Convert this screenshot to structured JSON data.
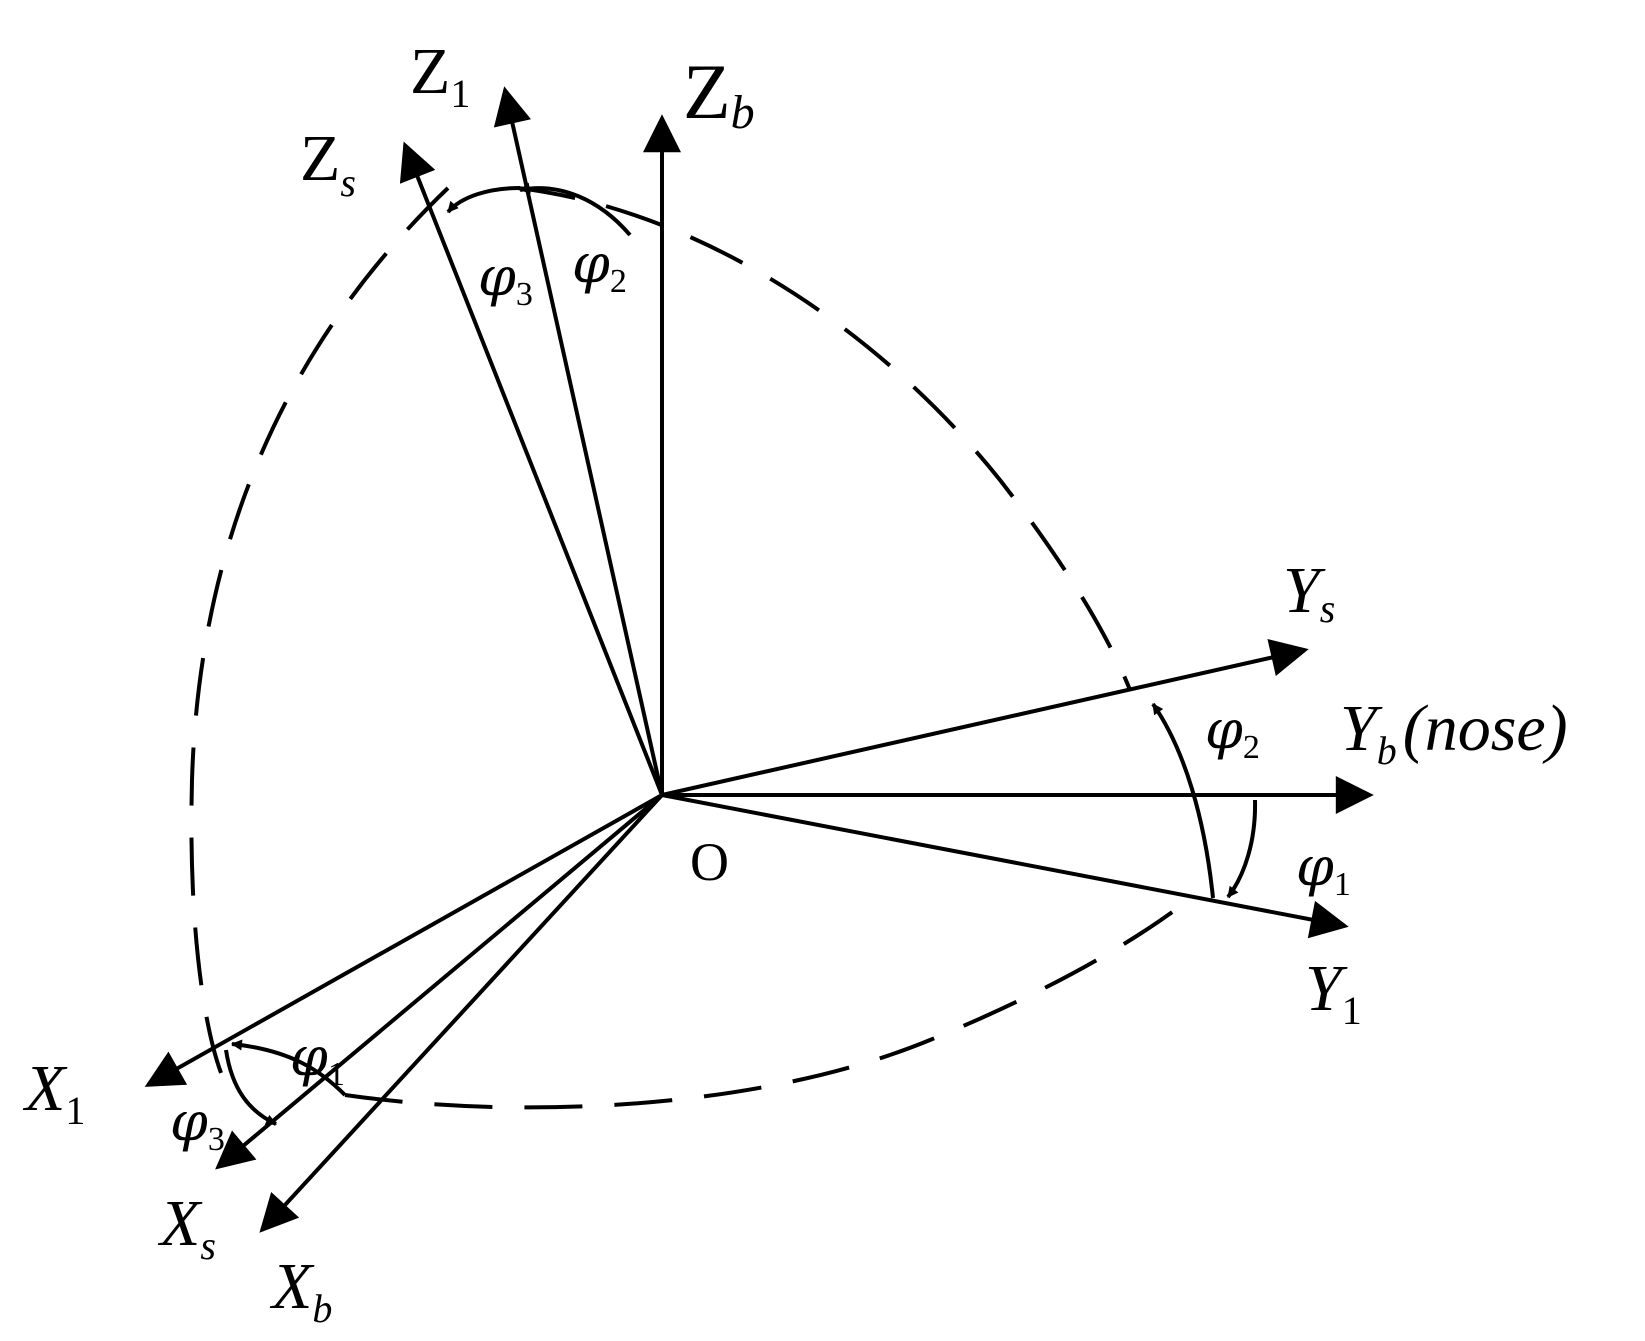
{
  "axes": {
    "z1": {
      "base": "Z",
      "sub": "1"
    },
    "zb": {
      "base": "Z",
      "sub": "b"
    },
    "zs": {
      "base": "Z",
      "sub": "s"
    },
    "ys": {
      "base": "Y",
      "sub": "s"
    },
    "yb": {
      "base": "Y",
      "sub": "b",
      "suffix": "(nose)"
    },
    "y1": {
      "base": "Y",
      "sub": "1"
    },
    "x1": {
      "base": "X",
      "sub": "1"
    },
    "xs": {
      "base": "X",
      "sub": "s"
    },
    "xb": {
      "base": "X",
      "sub": "b"
    }
  },
  "origin_label": "O",
  "angles": {
    "phi_top_3": {
      "symbol": "φ",
      "sub": "3"
    },
    "phi_top_2": {
      "symbol": "φ",
      "sub": "2"
    },
    "phi_right_2": {
      "symbol": "φ",
      "sub": "2"
    },
    "phi_right_1": {
      "symbol": "φ",
      "sub": "1"
    },
    "phi_left_1": {
      "symbol": "φ",
      "sub": "1"
    },
    "phi_left_3": {
      "symbol": "φ",
      "sub": "3"
    }
  },
  "colors": {
    "ink": "#000000",
    "background": "#ffffff"
  }
}
